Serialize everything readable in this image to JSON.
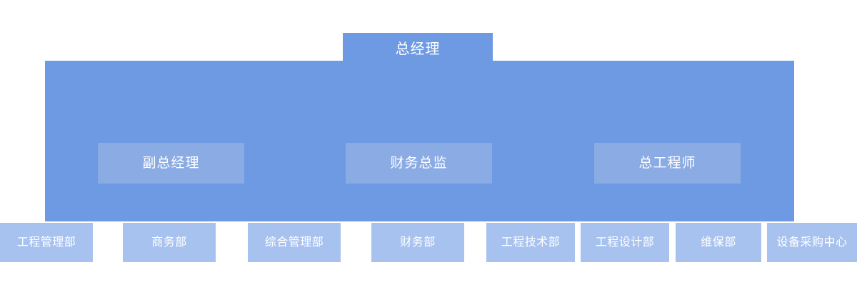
{
  "chart_data": {
    "type": "diagram",
    "diagram_type": "organizational-chart",
    "title": "",
    "levels": 3,
    "colors": {
      "top_box": "#6d9ae3",
      "group_panel": "#6d9ae3",
      "officer_box": "#8aabe3",
      "department_box": "#a8c2ef",
      "text": "#ffffff",
      "background": "#ffffff"
    },
    "nodes": [
      {
        "level": 1,
        "label": "总经理"
      },
      {
        "level": 2,
        "label": "副总经理"
      },
      {
        "level": 2,
        "label": "财务总监"
      },
      {
        "level": 2,
        "label": "总工程师"
      },
      {
        "level": 3,
        "label": "工程管理部"
      },
      {
        "level": 3,
        "label": "商务部"
      },
      {
        "level": 3,
        "label": "综合管理部"
      },
      {
        "level": 3,
        "label": "财务部"
      },
      {
        "level": 3,
        "label": "工程技术部"
      },
      {
        "level": 3,
        "label": "工程设计部"
      },
      {
        "level": 3,
        "label": "维保部"
      },
      {
        "level": 3,
        "label": "设备采购中心"
      }
    ]
  },
  "chart": {
    "top": {
      "label": "总经理"
    },
    "officers": [
      {
        "label": "副总经理"
      },
      {
        "label": "财务总监"
      },
      {
        "label": "总工程师"
      }
    ],
    "departments": [
      {
        "label": "工程管理部"
      },
      {
        "label": "商务部"
      },
      {
        "label": "综合管理部"
      },
      {
        "label": "财务部"
      },
      {
        "label": "工程技术部"
      },
      {
        "label": "工程设计部"
      },
      {
        "label": "维保部"
      },
      {
        "label": "设备采购中心"
      }
    ]
  }
}
